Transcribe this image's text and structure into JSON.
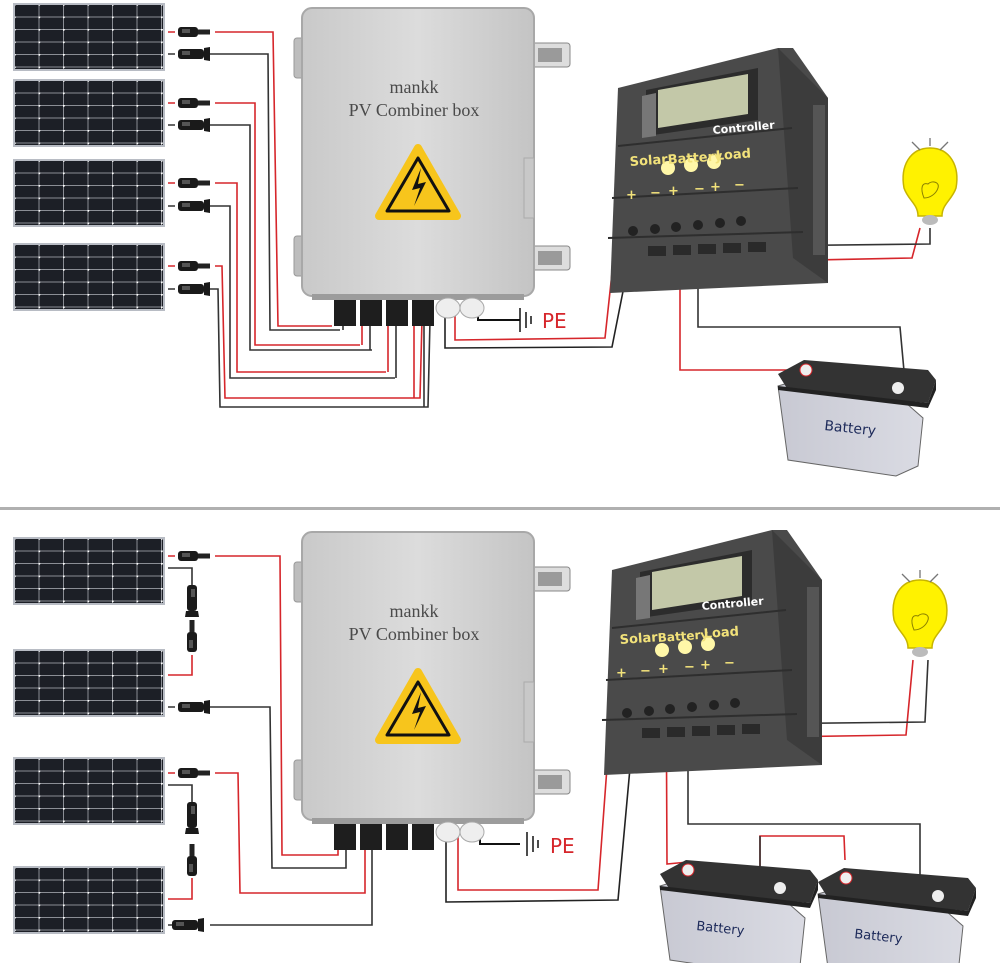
{
  "diagrams": [
    {
      "name": "parallel-wiring",
      "combiner_box": {
        "brand": "mankk",
        "title": "PV Combiner box"
      },
      "ground_label": "PE",
      "controller": {
        "label": "Controller",
        "terminals": {
          "solar": "Solar",
          "battery": "Battery",
          "load": "Load"
        },
        "plus": "+",
        "minus": "−"
      },
      "batteries": [
        {
          "label": "Battery"
        }
      ]
    },
    {
      "name": "series-parallel-wiring",
      "combiner_box": {
        "brand": "mankk",
        "title": "PV Combiner box"
      },
      "ground_label": "PE",
      "controller": {
        "label": "Controller",
        "terminals": {
          "solar": "Solar",
          "battery": "Battery",
          "load": "Load"
        },
        "plus": "+",
        "minus": "−"
      },
      "batteries": [
        {
          "label": "Battery"
        },
        {
          "label": "Battery"
        }
      ]
    }
  ],
  "colors": {
    "positive_wire": "#d6262b",
    "negative_wire": "#222222",
    "panel": "#1c1f26",
    "box": "#d4d4d4",
    "controller": "#4a4a4a",
    "controller_text": "#f2e27a",
    "bulb": "#fff200",
    "divider": "#b0b0b0"
  }
}
